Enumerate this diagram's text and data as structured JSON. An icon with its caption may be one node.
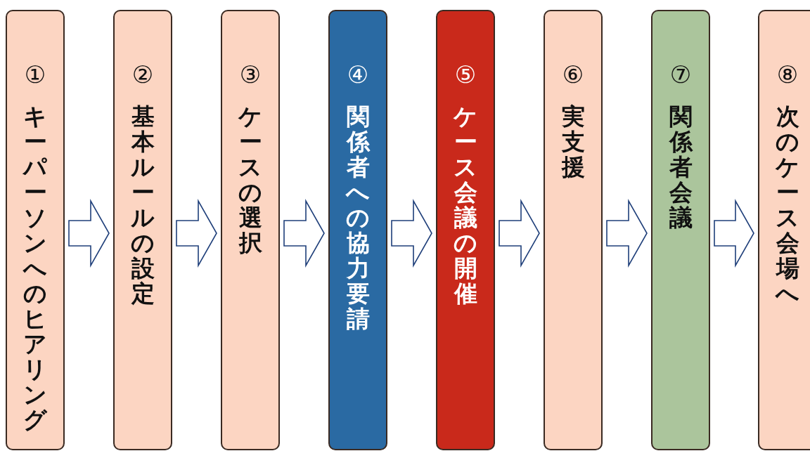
{
  "diagram": {
    "nodes": [
      {
        "text": [
          "①",
          "キーパーソンへのヒアリング"
        ]
      },
      {
        "text": [
          "②",
          "基本ルールの設定"
        ]
      },
      {
        "text": [
          "③",
          "ケースの選択"
        ]
      },
      {
        "text": [
          "④",
          "関係者への協力要請"
        ]
      },
      {
        "text": [
          "⑤",
          "ケース会議の開催"
        ]
      },
      {
        "text": [
          "⑥",
          "実支援"
        ]
      },
      {
        "text": [
          "⑦",
          "関係者会議"
        ]
      },
      {
        "text": [
          "⑧",
          "次のケース会場へ"
        ]
      }
    ],
    "edges": [
      {
        "from": 0,
        "to": 1,
        "arrow": "to"
      },
      {
        "from": 1,
        "to": 2,
        "arrow": "to"
      },
      {
        "from": 2,
        "to": 3,
        "arrow": "to"
      },
      {
        "from": 3,
        "to": 4,
        "arrow": "to"
      },
      {
        "from": 4,
        "to": 5,
        "arrow": "to"
      },
      {
        "from": 5,
        "to": 6,
        "arrow": "to"
      },
      {
        "from": 6,
        "to": 7,
        "arrow": "to"
      }
    ]
  }
}
